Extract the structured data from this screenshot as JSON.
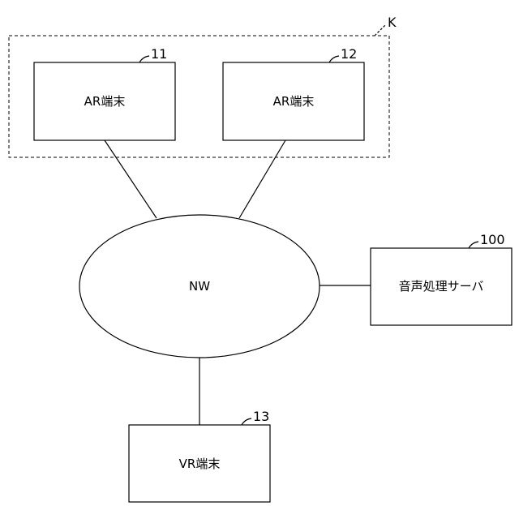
{
  "group": {
    "ref": "K"
  },
  "nodes": {
    "ar1": {
      "label": "AR端末",
      "ref": "11"
    },
    "ar2": {
      "label": "AR端末",
      "ref": "12"
    },
    "network": {
      "label": "NW"
    },
    "server": {
      "label": "音声処理サーバ",
      "ref": "100"
    },
    "vr": {
      "label": "VR端末",
      "ref": "13"
    }
  }
}
